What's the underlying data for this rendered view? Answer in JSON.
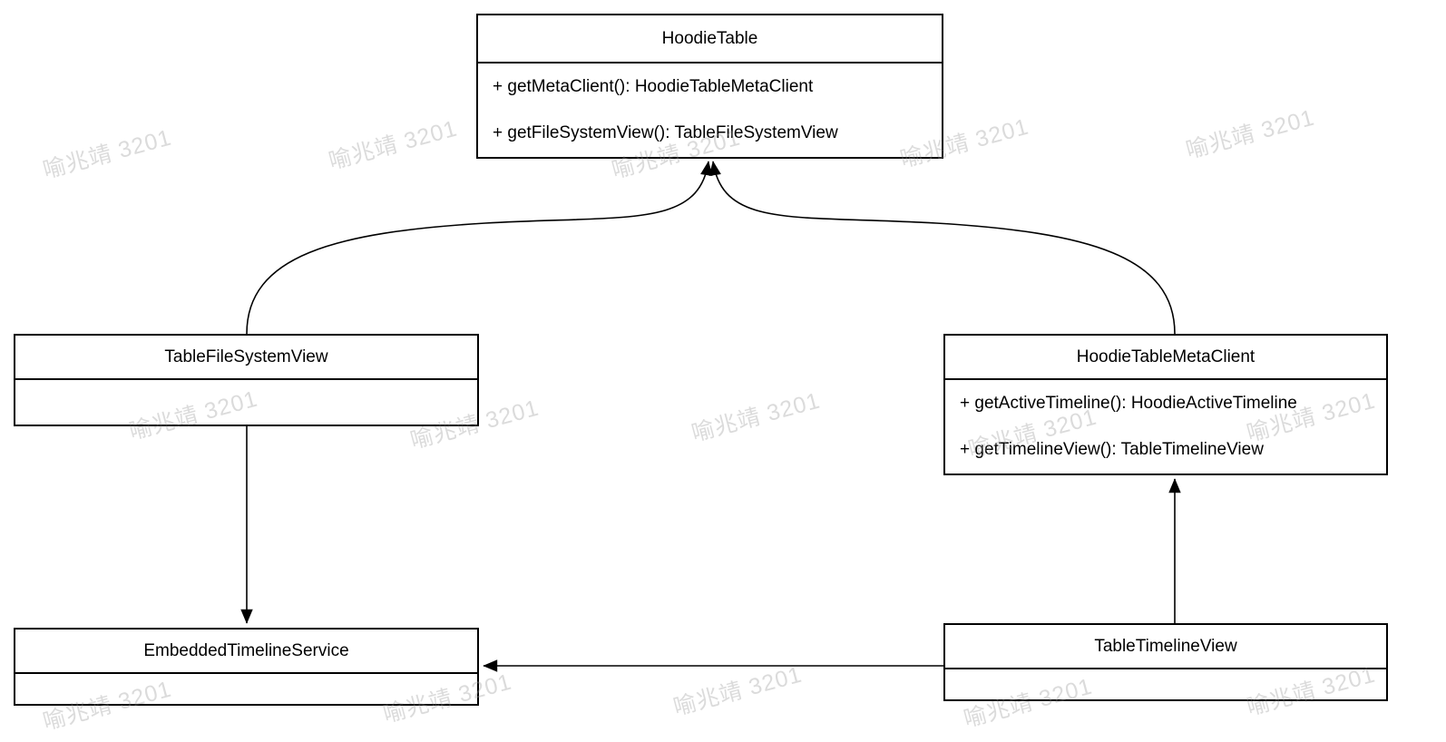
{
  "diagram": {
    "watermark": "喻兆靖 3201",
    "classes": {
      "hoodie_table": {
        "name": "HoodieTable",
        "methods": [
          "+ getMetaClient(): HoodieTableMetaClient",
          "+ getFileSystemView(): TableFileSystemView"
        ]
      },
      "table_file_system_view": {
        "name": "TableFileSystemView",
        "methods": []
      },
      "hoodie_table_meta_client": {
        "name": "HoodieTableMetaClient",
        "methods": [
          "+ getActiveTimeline(): HoodieActiveTimeline",
          "+ getTimelineView(): TableTimelineView"
        ]
      },
      "embedded_timeline_service": {
        "name": "EmbeddedTimelineService",
        "methods": []
      },
      "table_timeline_view": {
        "name": "TableTimelineView",
        "methods": []
      }
    },
    "relations": [
      {
        "from": "TableFileSystemView",
        "to": "HoodieTable"
      },
      {
        "from": "HoodieTableMetaClient",
        "to": "HoodieTable"
      },
      {
        "from": "TableFileSystemView",
        "to": "EmbeddedTimelineService"
      },
      {
        "from": "TableTimelineView",
        "to": "HoodieTableMetaClient"
      },
      {
        "from": "TableTimelineView",
        "to": "EmbeddedTimelineService"
      }
    ],
    "colors": {
      "stroke": "#000000",
      "background": "#ffffff",
      "watermark": "#c9c9c9"
    }
  }
}
